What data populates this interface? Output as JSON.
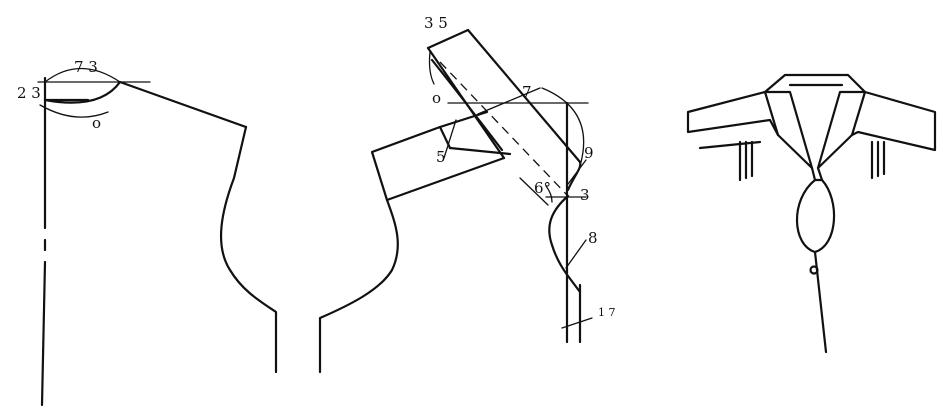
{
  "left_draft": {
    "label_top": "7 3",
    "label_side": "2 3",
    "label_circle": "o"
  },
  "middle_draft": {
    "label_35": "3 5",
    "label_circle": "o",
    "label_7": "7",
    "label_9": "9",
    "label_5": "5",
    "label_angle": "6°",
    "label_3": "3",
    "label_8": "8",
    "label_17": "1 7"
  }
}
